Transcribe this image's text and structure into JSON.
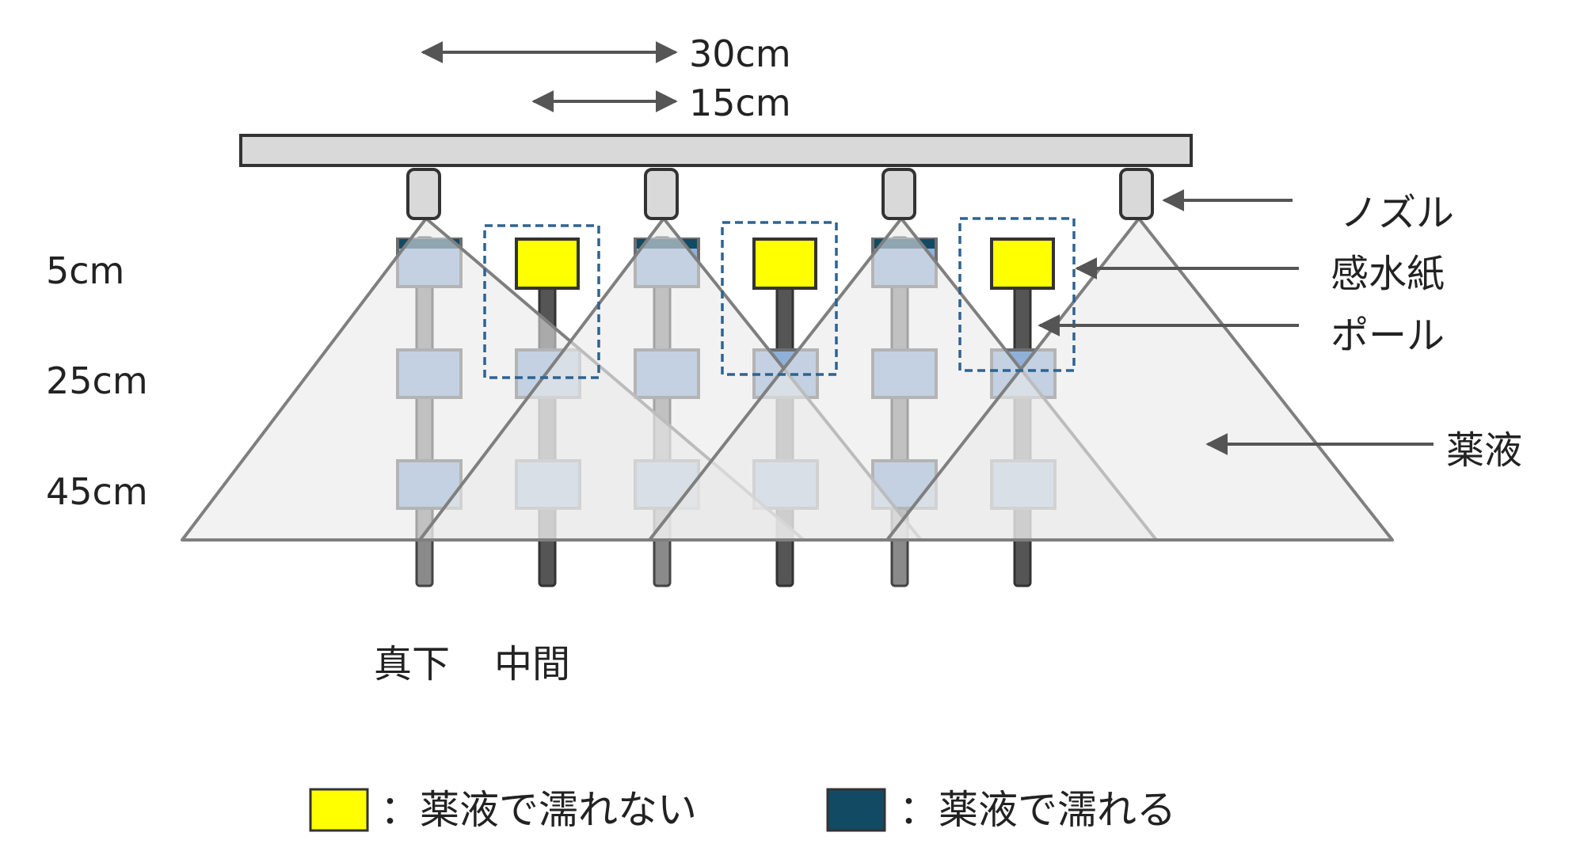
{
  "labels": {
    "dim_30": "30cm",
    "dim_15": "15cm",
    "height_5": "5cm",
    "height_25": "25cm",
    "height_45": "45cm",
    "nozzle": "ノズル",
    "paper": "感水紙",
    "pole": "ポール",
    "spray": "薬液",
    "directly_below": "真下",
    "middle": "中間"
  },
  "legend": [
    {
      "color": "#ffff00",
      "label": "：薬液で濡れない"
    },
    {
      "color": "#134a63",
      "label": "：薬液で濡れる"
    }
  ],
  "colors": {
    "dry_paper": "#ffff00",
    "wet_paper": "#134a63",
    "pole": "#555555",
    "boom": "#d9d9d9",
    "spray_fill": "#e8e8e8",
    "spray_edge": "#7f7f7f",
    "card_blue": "#8fb1d8",
    "dashed_box": "#2e6391"
  },
  "icons": [
    "arrow-left-icon",
    "double-arrow-icon"
  ]
}
